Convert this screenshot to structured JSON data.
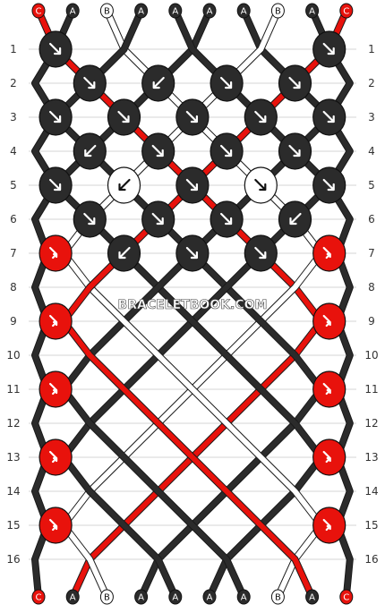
{
  "colors": {
    "A": "#2b2b2b",
    "B": "#ffffff",
    "C": "#e8120c"
  },
  "strings_top": [
    "C",
    "A",
    "B",
    "A",
    "A",
    "A",
    "A",
    "B",
    "A",
    "C"
  ],
  "strings_bottom": [
    "C",
    "A",
    "B",
    "A",
    "A",
    "A",
    "A",
    "B",
    "A",
    "C"
  ],
  "row_numbers": [
    "1",
    "2",
    "3",
    "4",
    "5",
    "6",
    "7",
    "8",
    "9",
    "10",
    "11",
    "12",
    "13",
    "14",
    "15",
    "16"
  ],
  "watermark": "BRACELETBOOK.COM",
  "knot_rows": [
    {
      "row": 1,
      "knots": [
        {
          "p": 0,
          "color": "A",
          "dir": "down-right"
        },
        {
          "p": 8,
          "color": "A",
          "dir": "down-right"
        }
      ]
    },
    {
      "row": 2,
      "knots": [
        {
          "p": 1,
          "color": "A",
          "dir": "down-right"
        },
        {
          "p": 3,
          "color": "A",
          "dir": "down-left"
        },
        {
          "p": 5,
          "color": "A",
          "dir": "down-right"
        },
        {
          "p": 7,
          "color": "A",
          "dir": "down-right"
        }
      ]
    },
    {
      "row": 3,
      "knots": [
        {
          "p": 0,
          "color": "A",
          "dir": "down-right"
        },
        {
          "p": 2,
          "color": "A",
          "dir": "down-right"
        },
        {
          "p": 4,
          "color": "A",
          "dir": "down-right"
        },
        {
          "p": 6,
          "color": "A",
          "dir": "down-right"
        },
        {
          "p": 8,
          "color": "A",
          "dir": "down-right"
        }
      ]
    },
    {
      "row": 4,
      "knots": [
        {
          "p": 1,
          "color": "A",
          "dir": "down-left"
        },
        {
          "p": 3,
          "color": "A",
          "dir": "down-right"
        },
        {
          "p": 5,
          "color": "A",
          "dir": "down-right"
        },
        {
          "p": 7,
          "color": "A",
          "dir": "down-right"
        }
      ]
    },
    {
      "row": 5,
      "knots": [
        {
          "p": 0,
          "color": "A",
          "dir": "down-right"
        },
        {
          "p": 2,
          "color": "B",
          "dir": "down-left"
        },
        {
          "p": 4,
          "color": "A",
          "dir": "down-right"
        },
        {
          "p": 6,
          "color": "B",
          "dir": "down-right"
        },
        {
          "p": 8,
          "color": "A",
          "dir": "down-right"
        }
      ]
    },
    {
      "row": 6,
      "knots": [
        {
          "p": 1,
          "color": "A",
          "dir": "down-right"
        },
        {
          "p": 3,
          "color": "A",
          "dir": "down-right"
        },
        {
          "p": 5,
          "color": "A",
          "dir": "down-right"
        },
        {
          "p": 7,
          "color": "A",
          "dir": "down-left"
        }
      ]
    },
    {
      "row": 7,
      "knots": [
        {
          "p": 0,
          "color": "C",
          "dir": "right-left"
        },
        {
          "p": 2,
          "color": "A",
          "dir": "down-left"
        },
        {
          "p": 4,
          "color": "A",
          "dir": "down-right"
        },
        {
          "p": 6,
          "color": "A",
          "dir": "down-right"
        },
        {
          "p": 8,
          "color": "C",
          "dir": "right-left"
        }
      ]
    },
    {
      "row": 9,
      "knots": [
        {
          "p": 0,
          "color": "C",
          "dir": "right-left"
        },
        {
          "p": 8,
          "color": "C",
          "dir": "right-left"
        }
      ]
    },
    {
      "row": 11,
      "knots": [
        {
          "p": 0,
          "color": "C",
          "dir": "right-left"
        },
        {
          "p": 8,
          "color": "C",
          "dir": "right-left"
        }
      ]
    },
    {
      "row": 13,
      "knots": [
        {
          "p": 0,
          "color": "C",
          "dir": "right-left"
        },
        {
          "p": 8,
          "color": "C",
          "dir": "right-left"
        }
      ]
    },
    {
      "row": 15,
      "knots": [
        {
          "p": 0,
          "color": "C",
          "dir": "right-left"
        },
        {
          "p": 8,
          "color": "C",
          "dir": "right-left"
        }
      ]
    }
  ]
}
